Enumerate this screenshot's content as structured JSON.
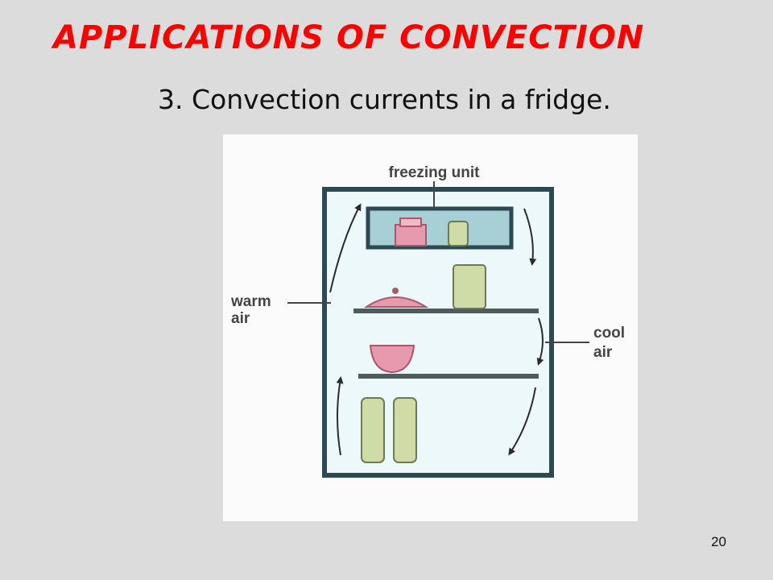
{
  "slide": {
    "title": "APPLICATIONS OF CONVECTION",
    "subtitle": "3. Convection currents in a fridge.",
    "page_number": "20"
  },
  "diagram": {
    "label_freezing": "freezing unit",
    "label_warm_1": "warm",
    "label_warm_2": "air",
    "label_cool_1": "cool",
    "label_cool_2": "air"
  },
  "colors": {
    "title": "#ff0000",
    "fridge_outline": "#2d4a52",
    "interior": "#ecf8fa",
    "freezer_fill": "#a7cfd6",
    "pink": "#e79aae",
    "jar": "#cfdca7",
    "shelf": "#4e5a5c"
  }
}
